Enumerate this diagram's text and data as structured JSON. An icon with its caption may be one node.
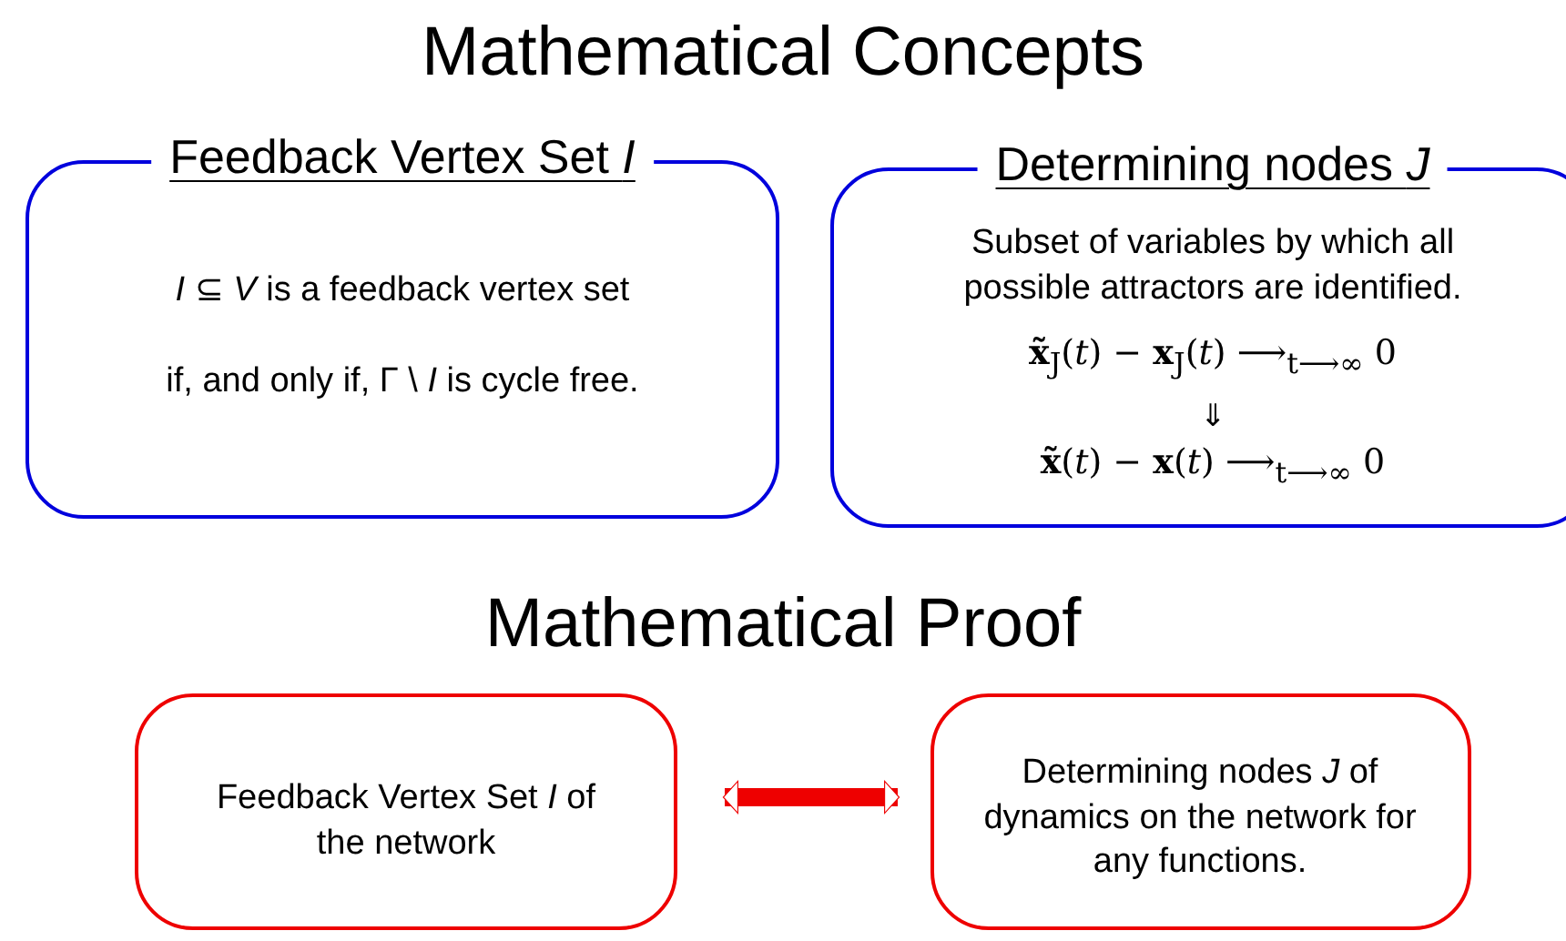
{
  "diagram": {
    "title": "Mathematical Concepts",
    "nodes": [
      {
        "text": [
          "Feedback Vertex Set *I*",
          "*I* ⊆ *V* is a feedback vertex set",
          "if, and only if, Γ \\ *I* is cycle free."
        ]
      },
      {
        "text": [
          "Determining nodes *J*",
          "Subset of variables by which all possible attractors are identified.",
          "**x̃**$_{J}$(*t*) − **x**$_{J}$(*t*) ⟶$_{t⟶∞}$ 0",
          "⇓",
          "**x̃**(*t*) − **x**(*t*) ⟶$_{t⟶∞}$ 0"
        ]
      },
      {
        "text": [
          "Feedback Vertex Set *I* of the network"
        ]
      },
      {
        "text": [
          "Determining nodes *J* of dynamics on the network for any functions."
        ]
      }
    ],
    "edges": [
      {
        "from": 2,
        "to": 3,
        "arrow": "both"
      }
    ],
    "labels": [
      "Mathematical Proof"
    ]
  }
}
